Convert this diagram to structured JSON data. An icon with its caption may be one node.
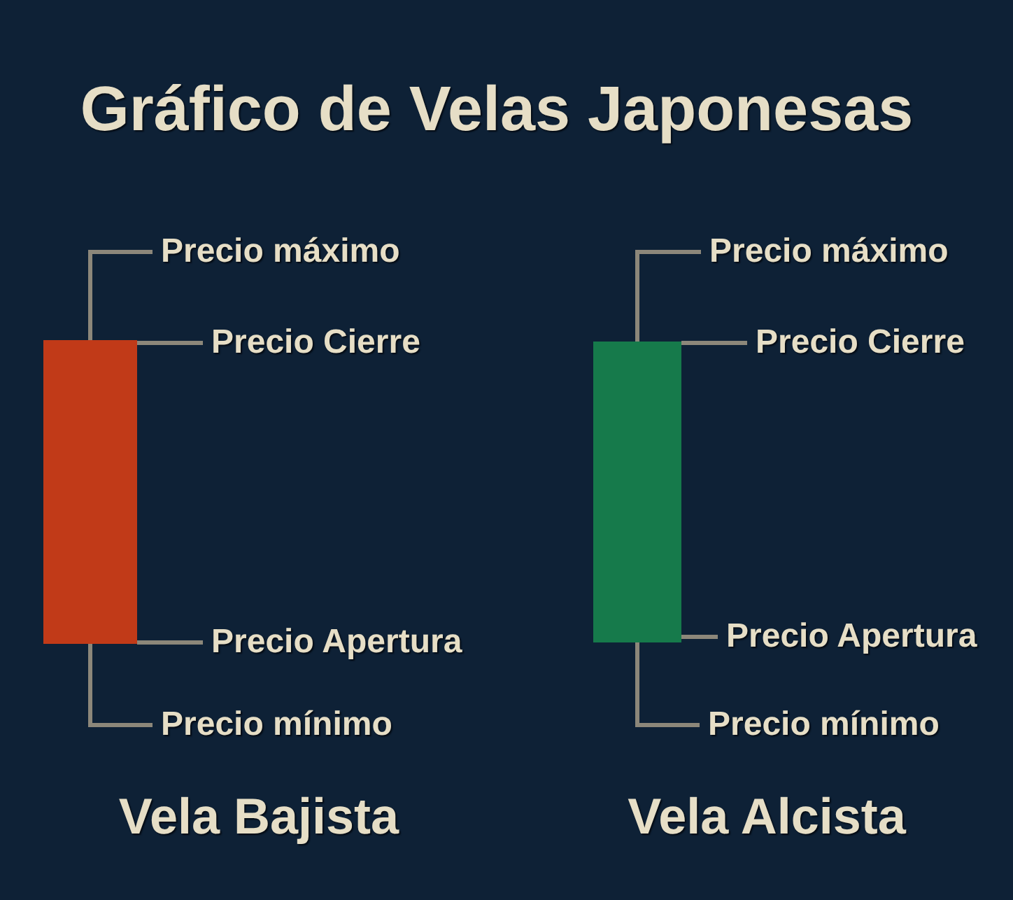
{
  "diagram": {
    "title": "Gráfico de Velas Japonesas",
    "nodes": [
      {
        "text": [],
        "shape": "bar"
      },
      {
        "text": [
          "Precio máximo"
        ]
      },
      {
        "text": [
          "Precio Cierre"
        ]
      },
      {
        "text": [
          "Precio Apertura"
        ]
      },
      {
        "text": [
          "Precio mínimo"
        ]
      },
      {
        "text": [],
        "shape": "bar"
      },
      {
        "text": [
          "Precio máximo"
        ]
      },
      {
        "text": [
          "Precio Cierre"
        ]
      },
      {
        "text": [
          "Precio Apertura"
        ]
      },
      {
        "text": [
          "Precio mínimo"
        ]
      }
    ],
    "edges": [
      {
        "from": 1,
        "to": 0,
        "arrow": "none"
      },
      {
        "from": 2,
        "to": 0,
        "arrow": "none"
      },
      {
        "from": 3,
        "to": 0,
        "arrow": "none"
      },
      {
        "from": 4,
        "to": 0,
        "arrow": "none"
      },
      {
        "from": 6,
        "to": 5,
        "arrow": "none"
      },
      {
        "from": 7,
        "to": 5,
        "arrow": "none"
      },
      {
        "from": 8,
        "to": 5,
        "arrow": "none"
      },
      {
        "from": 9,
        "to": 5,
        "arrow": "none"
      }
    ],
    "labels": [
      "Vela Bajista",
      "Vela Alcista"
    ]
  }
}
